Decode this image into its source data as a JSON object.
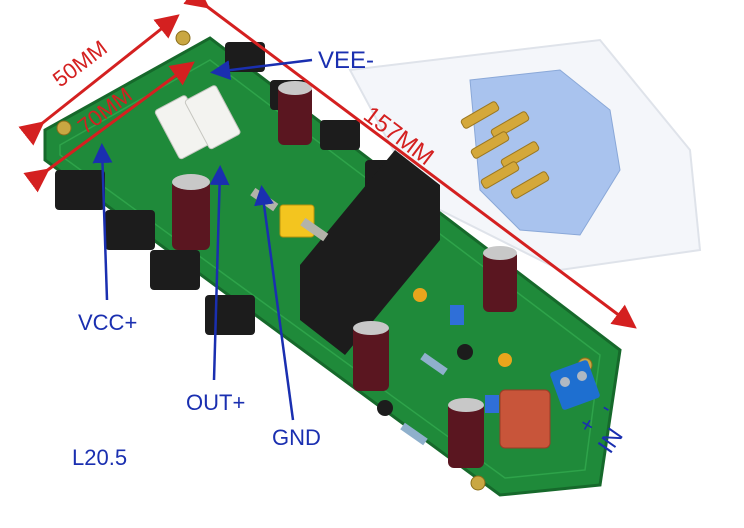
{
  "labels": {
    "dim_50": "50MM",
    "dim_70": "70MM",
    "dim_157": "157MM",
    "vee": "VEE-",
    "vcc": "VCC+",
    "out": "OUT+",
    "gnd": "GND",
    "model": "L20.5",
    "in_plus": "+",
    "in_minus": "-",
    "in": "IN"
  },
  "colors": {
    "pcb": "#1f8a3a",
    "pcb_dark": "#16692b",
    "dimension_red": "#d42020",
    "pointer_blue": "#1a2fb0",
    "heatsink": "#1c1c1c",
    "capacitor": "#5a1620",
    "thermal_pad": "#a9c3ee",
    "terminal_blue": "#1e6fd0"
  }
}
